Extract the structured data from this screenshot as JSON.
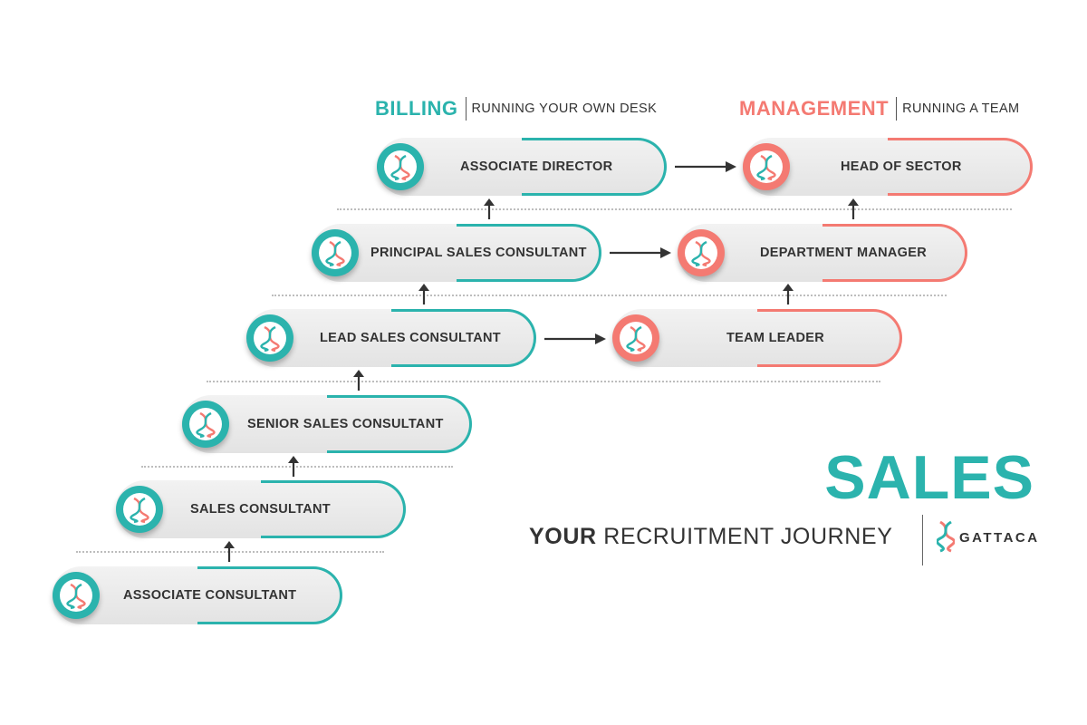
{
  "colors": {
    "teal": "#2bb3ad",
    "coral": "#f47a72",
    "text": "#333333"
  },
  "tracks": {
    "billing": {
      "title": "BILLING",
      "subtitle": "RUNNING YOUR OWN DESK"
    },
    "management": {
      "title": "MANAGEMENT",
      "subtitle": "RUNNING A TEAM"
    }
  },
  "roles": {
    "billing": [
      {
        "label": "ASSOCIATE CONSULTANT",
        "icon": "dna-icon"
      },
      {
        "label": "SALES CONSULTANT",
        "icon": "dna-icon"
      },
      {
        "label": "SENIOR SALES CONSULTANT",
        "icon": "dna-icon"
      },
      {
        "label": "LEAD SALES CONSULTANT",
        "icon": "dna-icon"
      },
      {
        "label": "PRINCIPAL SALES CONSULTANT",
        "icon": "dna-icon"
      },
      {
        "label": "ASSOCIATE DIRECTOR",
        "icon": "dna-icon"
      }
    ],
    "management": [
      {
        "label": "TEAM LEADER",
        "icon": "dna-icon"
      },
      {
        "label": "DEPARTMENT MANAGER",
        "icon": "dna-icon"
      },
      {
        "label": "HEAD OF SECTOR",
        "icon": "dna-icon"
      }
    ]
  },
  "branding": {
    "heading": "SALES",
    "tagline_bold": "YOUR",
    "tagline_rest": "RECRUITMENT JOURNEY",
    "logo_text": "GATTACA",
    "logo_icon": "dna-icon"
  }
}
